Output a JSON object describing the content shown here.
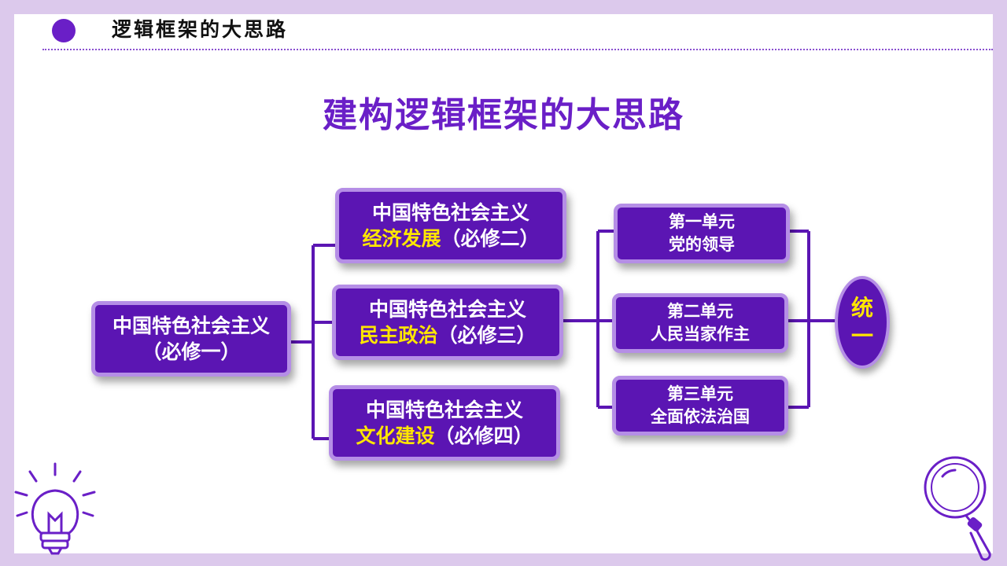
{
  "header": {
    "title": "逻辑框架的大思路"
  },
  "main_title": "建构逻辑框架的大思路",
  "root": {
    "line1": "中国特色社会主义",
    "line2": "（必修一）"
  },
  "branches": [
    {
      "line1": "中国特色社会主义",
      "highlight": "经济发展",
      "suffix": "（必修二）"
    },
    {
      "line1": "中国特色社会主义",
      "highlight": "民主政治",
      "suffix": "（必修三）"
    },
    {
      "line1": "中国特色社会主义",
      "highlight": "文化建设",
      "suffix": "（必修四）"
    }
  ],
  "units": [
    {
      "line1": "第一单元",
      "line2": "党的领导"
    },
    {
      "line1": "第二单元",
      "line2": "人民当家作主"
    },
    {
      "line1": "第三单元",
      "line2": "全面依法治国"
    }
  ],
  "unity": {
    "line1": "统",
    "line2": "一"
  },
  "colors": {
    "accent": "#6a1fc7",
    "box_fill": "#5b15b3",
    "box_border": "#b58ee6",
    "highlight": "#ffe600",
    "frame": "#dcc9ec"
  },
  "icons": {
    "bottom_left": "lightbulb-icon",
    "bottom_right": "magnifier-icon"
  }
}
